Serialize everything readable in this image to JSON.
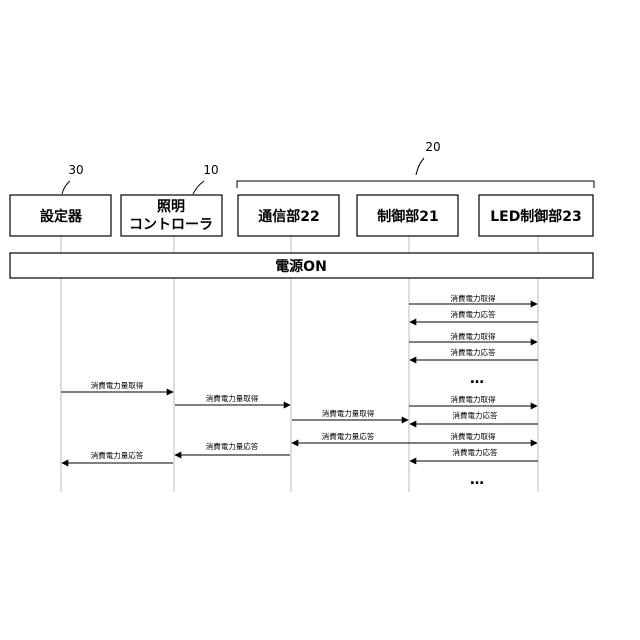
{
  "refs": {
    "setter": "30",
    "controller": "10",
    "group": "20"
  },
  "lanes": {
    "setter": "設定器",
    "controller_line1": "照明",
    "controller_line2": "コントローラ",
    "comm": "通信部22",
    "control": "制御部21",
    "led": "LED制御部23"
  },
  "power_bar": "電源ON",
  "messages": {
    "get_power": "消費電力取得",
    "resp_power": "消費電力応答",
    "get_amount": "消費電力量取得",
    "resp_amount": "消費電力量応答"
  },
  "ellipsis": "…"
}
